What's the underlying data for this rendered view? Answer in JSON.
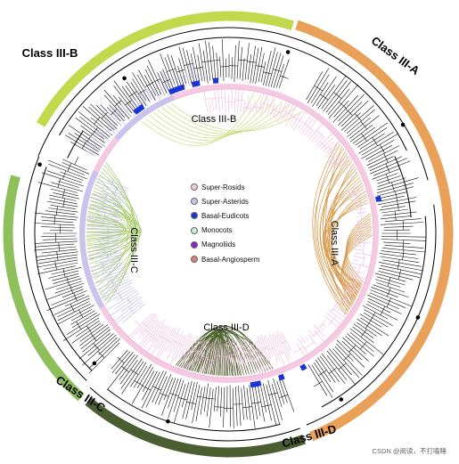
{
  "figure": {
    "outer_labels": [
      "Class III-A",
      "Class III-B",
      "Class III-C",
      "Class III-D"
    ],
    "inner_labels": [
      "Class III-A",
      "Class III-B",
      "Class III-C",
      "Class III-D"
    ],
    "colors": {
      "class_iii_a": "#E9A15A",
      "class_iii_b": "#C2D94E",
      "class_iii_c": "#8FBF5A",
      "class_iii_d": "#4A5E32",
      "a_links": "#D79B4F",
      "b_links": "#C9DB7E",
      "c_links": "#A9CC70",
      "d_links": "#4C5F2B",
      "tree_branch": "#111111",
      "pink_branch": "#F0B8D8",
      "lavender_branch": "#B9B6E6"
    }
  },
  "legend": [
    {
      "label": "Super-Rosids",
      "color": "#F6C9E3"
    },
    {
      "label": "Super-Asterids",
      "color": "#C8C4EE"
    },
    {
      "label": "Basal-Eudicots",
      "color": "#1735D9"
    },
    {
      "label": "Monocots",
      "color": "#C6F1D4"
    },
    {
      "label": "Magnoliids",
      "color": "#8A22C9"
    },
    {
      "label": "Basal-Angiosperm",
      "color": "#D77E7E"
    }
  ],
  "watermark": "CSDN @阅读，不打嗑睡"
}
